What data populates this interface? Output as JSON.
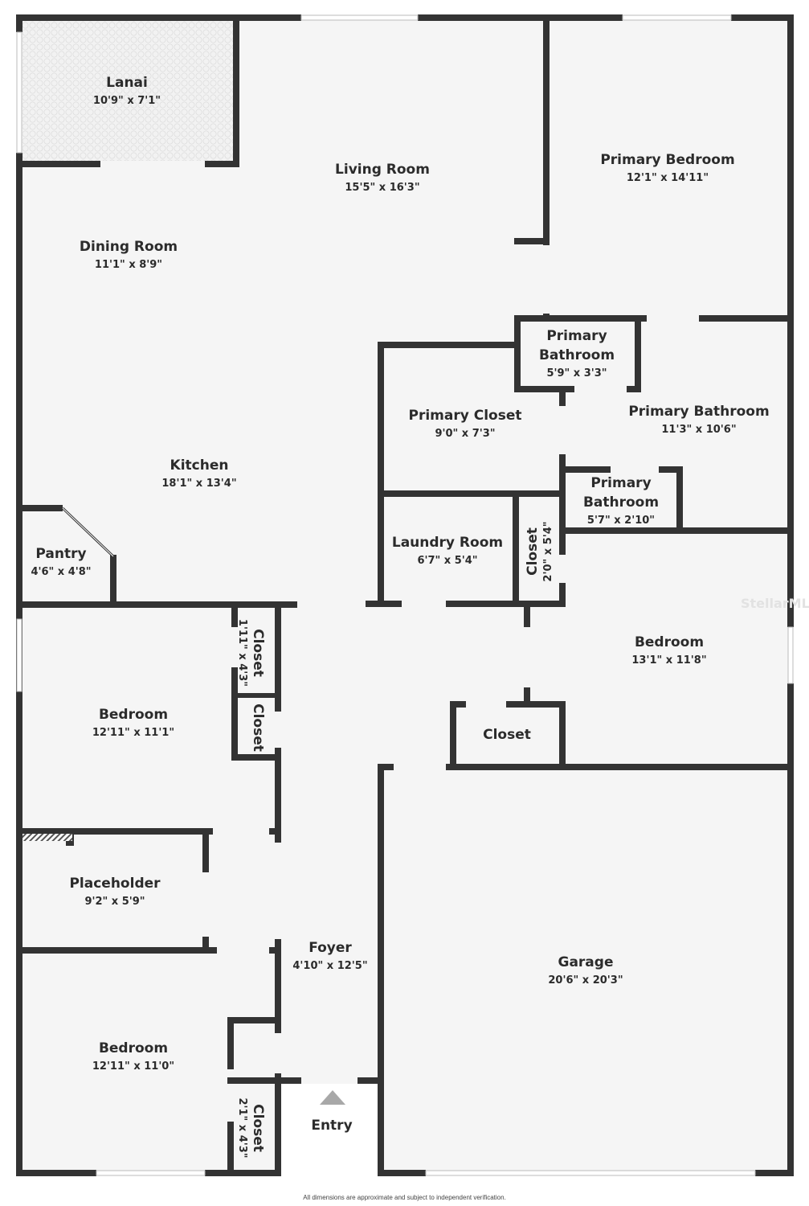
{
  "colors": {
    "wall": "#333333",
    "floor": "#f5f5f5",
    "opening": "#ffffff",
    "entry_arrow": "#a8a8a8"
  },
  "rooms": [
    {
      "id": "lanai",
      "name": "Lanai",
      "dims": "10'9\" x 7'1\""
    },
    {
      "id": "living-room",
      "name": "Living Room",
      "dims": "15'5\" x 16'3\""
    },
    {
      "id": "primary-bedroom",
      "name": "Primary Bedroom",
      "dims": "12'1\" x 14'11\""
    },
    {
      "id": "dining-room",
      "name": "Dining Room",
      "dims": "11'1\" x 8'9\""
    },
    {
      "id": "primary-bathroom-small",
      "name": "Primary",
      "name2": "Bathroom",
      "dims": "5'9\" x 3'3\""
    },
    {
      "id": "primary-closet",
      "name": "Primary Closet",
      "dims": "9'0\" x 7'3\""
    },
    {
      "id": "primary-bathroom",
      "name": "Primary Bathroom",
      "dims": "11'3\" x 10'6\""
    },
    {
      "id": "kitchen",
      "name": "Kitchen",
      "dims": "18'1\" x 13'4\""
    },
    {
      "id": "primary-bathroom-wc",
      "name": "Primary",
      "name2": "Bathroom",
      "dims": "5'7\" x 2'10\""
    },
    {
      "id": "pantry",
      "name": "Pantry",
      "dims": "4'6\" x 4'8\""
    },
    {
      "id": "laundry-room",
      "name": "Laundry Room",
      "dims": "6'7\" x 5'4\""
    },
    {
      "id": "laundry-closet",
      "name": "Closet",
      "dims": "2'0\" x 5'4\""
    },
    {
      "id": "bedroom-east",
      "name": "Bedroom",
      "dims": "13'1\" x 11'8\""
    },
    {
      "id": "bedroom-east-closet",
      "name": "Closet"
    },
    {
      "id": "bedroom-1-closet-a",
      "name": "Closet",
      "dims": "1'11\" x 4'3\""
    },
    {
      "id": "bedroom-1-closet-b",
      "name": "Closet"
    },
    {
      "id": "bedroom-1",
      "name": "Bedroom",
      "dims": "12'11\" x 11'1\""
    },
    {
      "id": "placeholder",
      "name": "Placeholder",
      "dims": "9'2\" x 5'9\""
    },
    {
      "id": "foyer",
      "name": "Foyer",
      "dims": "4'10\" x 12'5\""
    },
    {
      "id": "garage",
      "name": "Garage",
      "dims": "20'6\" x 20'3\""
    },
    {
      "id": "bedroom-2",
      "name": "Bedroom",
      "dims": "12'11\" x 11'0\""
    },
    {
      "id": "bedroom-2-closet",
      "name": "Closet",
      "dims": "2'1\" x 4'3\""
    },
    {
      "id": "entry",
      "name": "Entry"
    }
  ],
  "watermark": "StellarMLS",
  "footer": "All dimensions are approximate and subject to independent verification."
}
